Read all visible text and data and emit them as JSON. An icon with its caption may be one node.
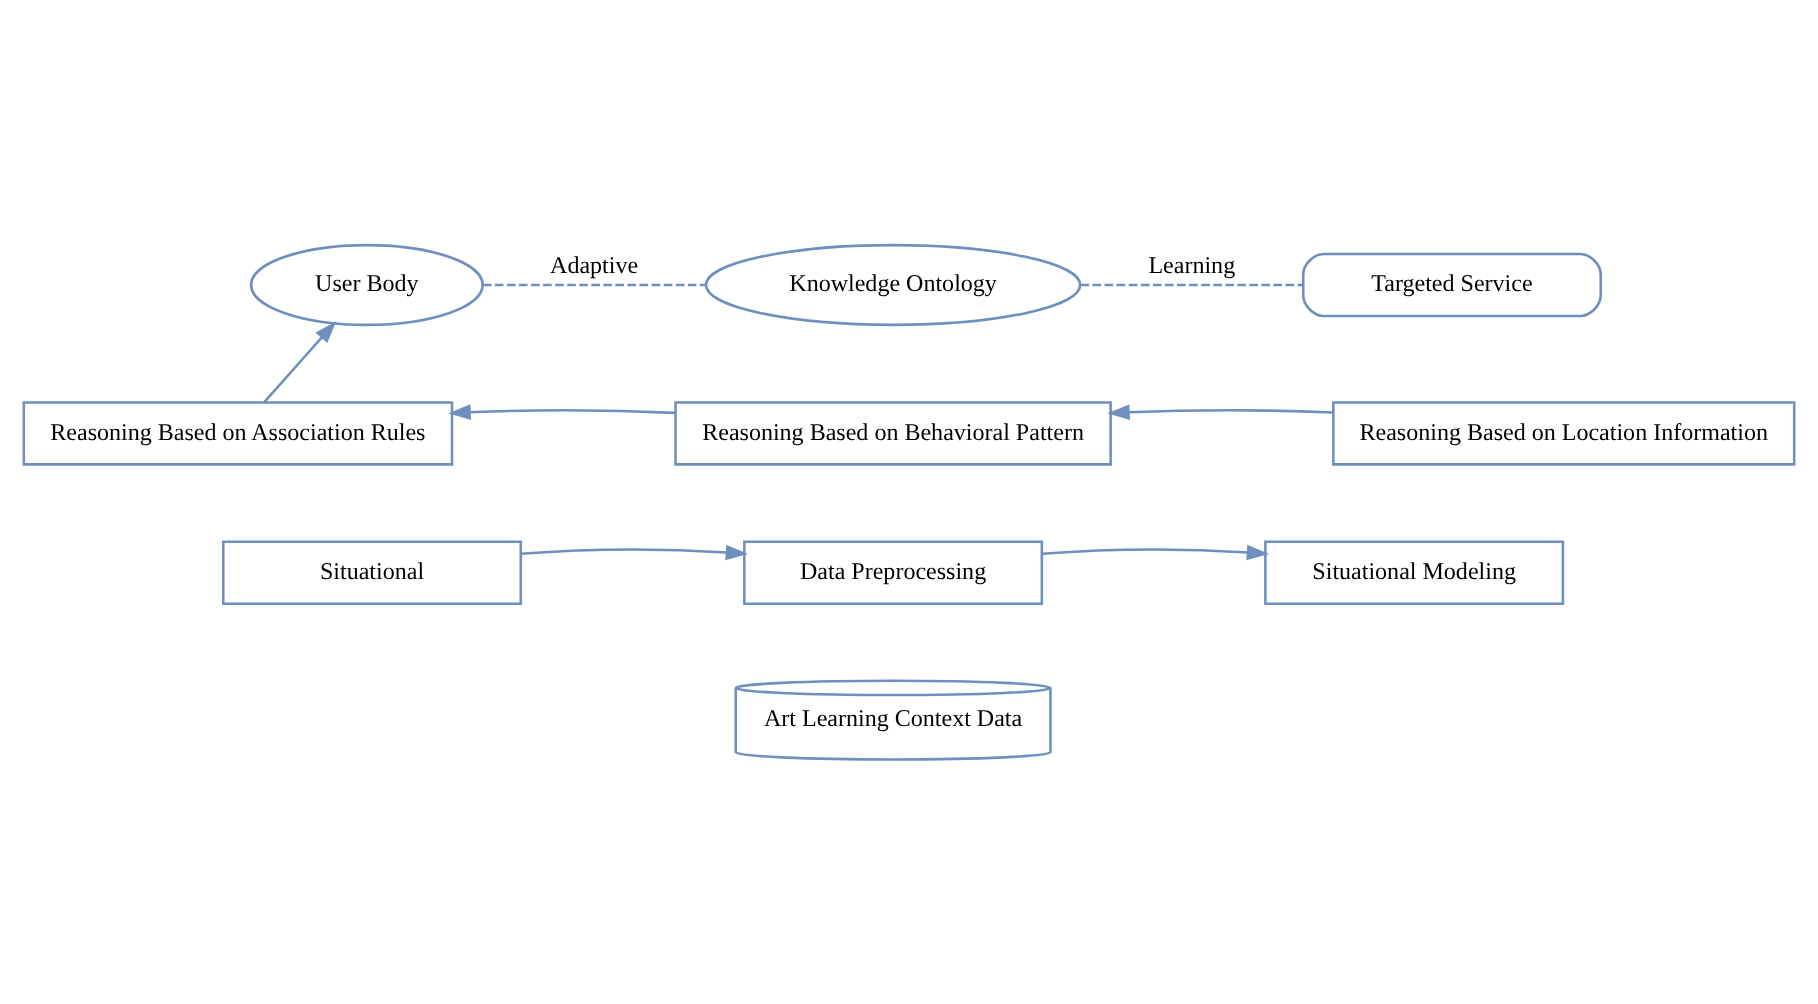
{
  "diagram": {
    "nodes": [
      {
        "text": [
          "User Body"
        ]
      },
      {
        "text": [
          "Knowledge Ontology"
        ]
      },
      {
        "text": [
          "Targeted Service"
        ]
      },
      {
        "text": [
          "Reasoning Based on Association Rules"
        ]
      },
      {
        "text": [
          "Reasoning Based on Behavioral Pattern"
        ]
      },
      {
        "text": [
          "Reasoning Based on Location Information"
        ]
      },
      {
        "text": [
          "Situational"
        ]
      },
      {
        "text": [
          "Data Preprocessing"
        ]
      },
      {
        "text": [
          "Situational Modeling"
        ]
      },
      {
        "text": [
          "Art Learning Context Data"
        ]
      }
    ],
    "edges": [
      {
        "from": 0,
        "to": 1,
        "arrow": "none",
        "label": "Adaptive",
        "style": "dashed"
      },
      {
        "from": 1,
        "to": 2,
        "arrow": "none",
        "label": "Learning",
        "style": "dashed"
      },
      {
        "from": 5,
        "to": 4,
        "arrow": "to"
      },
      {
        "from": 4,
        "to": 3,
        "arrow": "to"
      },
      {
        "from": 3,
        "to": 0,
        "arrow": "to"
      },
      {
        "from": 6,
        "to": 7,
        "arrow": "to"
      },
      {
        "from": 7,
        "to": 8,
        "arrow": "to"
      }
    ]
  }
}
